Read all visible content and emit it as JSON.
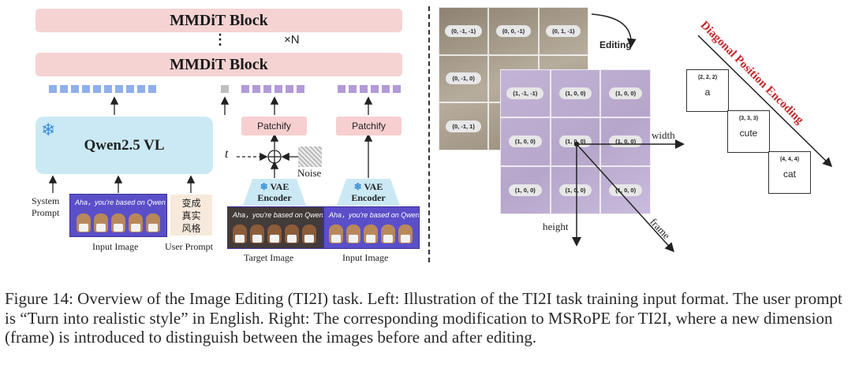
{
  "left": {
    "mmdit_top": "MMDiT Block",
    "mmdit_bottom": "MMDiT Block",
    "ellipsis": "⋮",
    "repeat": "×N",
    "qwen_label": "Qwen2.5 VL",
    "snowflake": "❄",
    "patchify_1": "Patchify",
    "patchify_2": "Patchify",
    "vae_1_line1": "VAE",
    "vae_1_line2": "Encoder",
    "vae_2_line1": "VAE",
    "vae_2_line2": "Encoder",
    "t_label": "t",
    "noise_label": "Noise",
    "system_prompt_line1": "System",
    "system_prompt_line2": "Prompt",
    "user_prompt_text_1": "变成",
    "user_prompt_text_2": "真实",
    "user_prompt_text_3": "风格",
    "image_text": "Aha，you're based on Qwen too!",
    "input_image_caption": "Input Image",
    "user_prompt_caption": "User Prompt",
    "target_image_caption": "Target Image",
    "input_image_caption_2": "Input Image",
    "token_colors": {
      "text": "#8fb0ea",
      "time": "#bfbfbf",
      "image": "#b39ad9"
    }
  },
  "right": {
    "editing_label": "Editing",
    "back_grid": [
      "(0, -1, -1)",
      "(0, 0, -1)",
      "(0, 1, -1)",
      "(0, -1, 0)",
      "",
      "",
      "(0, -1, 1)",
      "",
      ""
    ],
    "front_grid": [
      "(1, -1, -1)",
      "(1, 0, 0)",
      "(1, 0, 0)",
      "(1, 0, 0)",
      "(1, 0, 0)",
      "(1, 0, 0)",
      "(1, 0, 0)",
      "(1, 0, 0)",
      "(1, 0, 0)"
    ],
    "axis_width": "width",
    "axis_height": "height",
    "axis_frame": "frame",
    "diag_title": "Diagonal Position Encoding",
    "diag_title_color": "#c0282d",
    "diag_boxes": [
      {
        "index": "(2, 2, 2)",
        "token": "a"
      },
      {
        "index": "(3, 3, 3)",
        "token": "cute"
      },
      {
        "index": "(4, 4, 4)",
        "token": "cat"
      }
    ]
  },
  "caption": "Figure 14: Overview of the Image Editing (TI2I) task. Left: Illustration of the TI2I task training input format. The user prompt is “Turn into realistic style” in English. Right: The corresponding modification to MSRoPE for TI2I, where a new dimension (frame) is introduced to distinguish between the images before and after editing."
}
